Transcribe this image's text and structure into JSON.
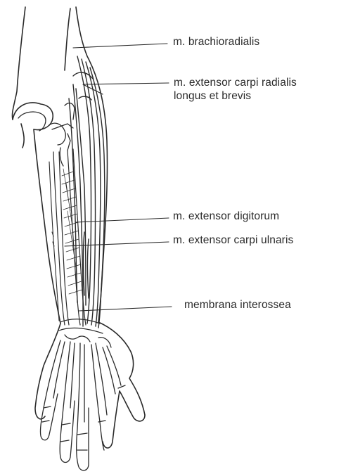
{
  "labels": {
    "brachioradialis": "m. brachioradialis",
    "ecr_line1": "m. extensor carpi radialis",
    "ecr_line2": "longus et brevis",
    "digitorum": "m. extensor digitorum",
    "carpi_ulnaris": "m. extensor carpi ulnaris",
    "interossea": "membrana interossea"
  },
  "colors": {
    "ink": "#2a2a2a",
    "background": "#ffffff"
  }
}
